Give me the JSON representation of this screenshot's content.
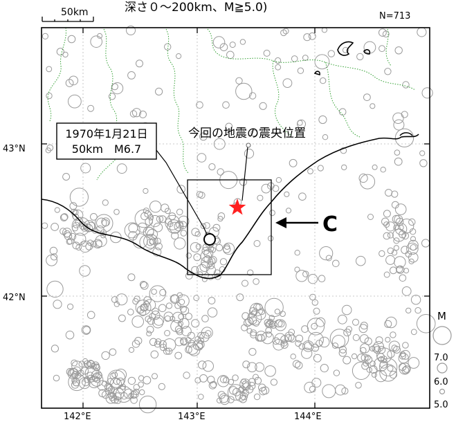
{
  "header": {
    "title_fragment": "深さ０～200km、M≧5.0)",
    "count": "N=713"
  },
  "scale_bar": {
    "label": "50km"
  },
  "axes": {
    "x_ticks": [
      "142°E",
      "143°E",
      "144°E"
    ],
    "y_ticks": [
      "43°N",
      "42°N"
    ]
  },
  "callouts": {
    "event_1970_line1": "1970年1月21日",
    "event_1970_line2": "50km　M6.7",
    "epicenter_label": "今回の地震の震央位置",
    "region_letter": "C"
  },
  "legend": {
    "title": "M",
    "items": [
      "7.0",
      "6.0",
      "5.0"
    ]
  },
  "colors": {
    "epicenter_star": "#ff2020",
    "event_circles": "#9a9a9a",
    "prefecture_boundary": "#2e9e2e",
    "coastline": "#000000"
  }
}
